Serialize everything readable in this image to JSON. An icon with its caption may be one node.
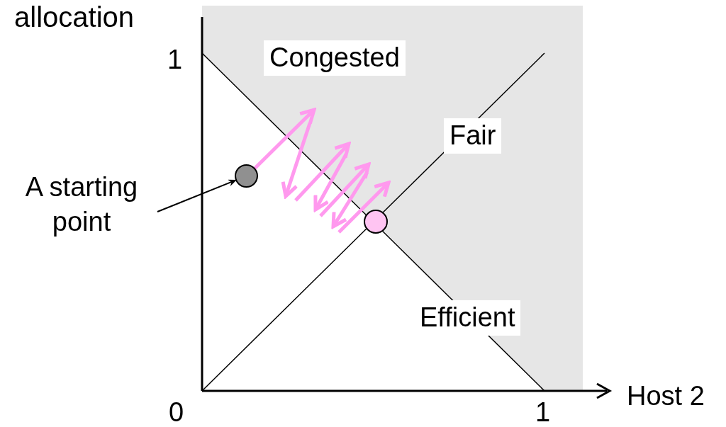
{
  "diagram": {
    "nodes": [
      {
        "text": [
          "A starting point"
        ]
      },
      {
        "text": [],
        "shape": "circle"
      },
      {
        "text": [],
        "shape": "circle"
      }
    ],
    "edges": [
      {
        "from": 0,
        "to": 1,
        "arrow": "to"
      }
    ],
    "labels": [
      "allocation",
      "1",
      "Congested",
      "Fair",
      "Efficient",
      "0",
      "1",
      "Host 2"
    ]
  }
}
